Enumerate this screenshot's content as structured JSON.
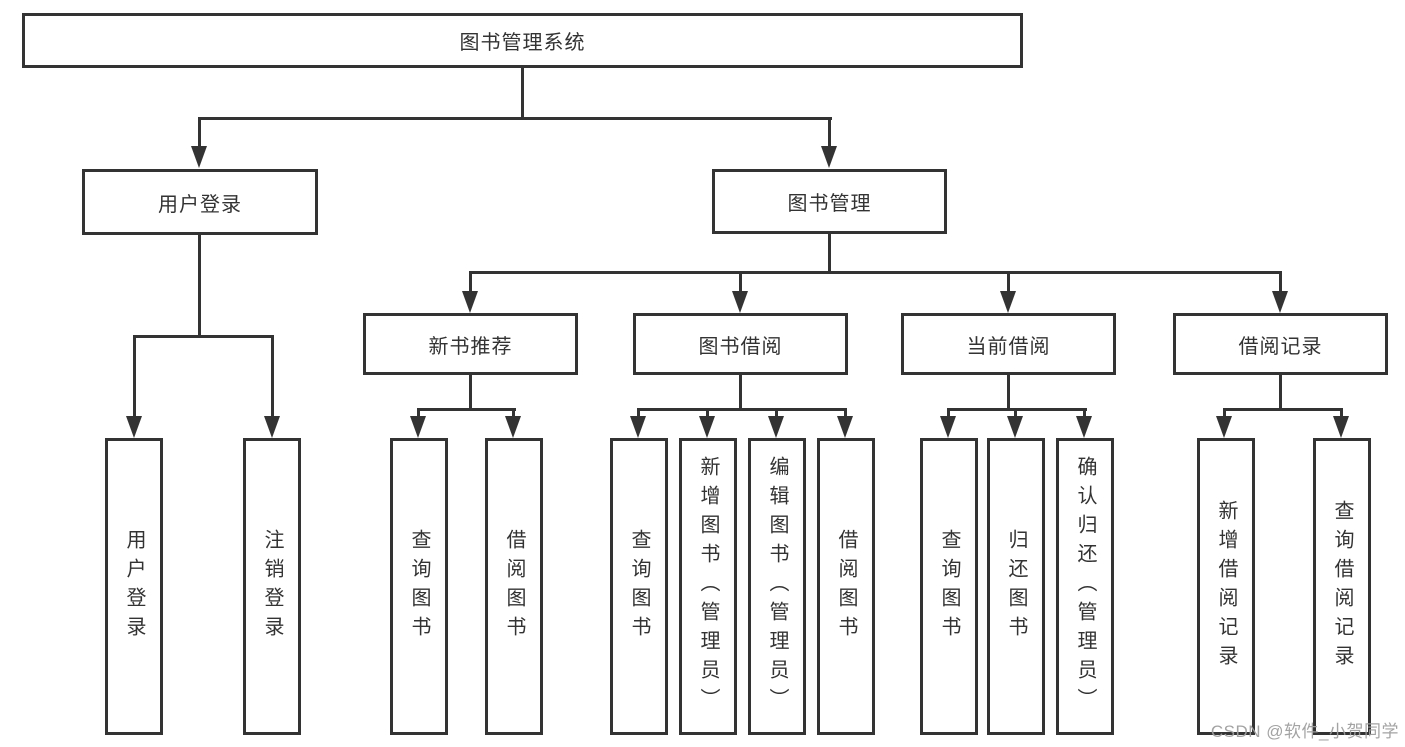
{
  "tree": {
    "label": "图书管理系统",
    "children": [
      {
        "label": "用户登录",
        "children": [
          {
            "label": "用户登录"
          },
          {
            "label": "注销登录"
          }
        ]
      },
      {
        "label": "图书管理",
        "children": [
          {
            "label": "新书推荐",
            "children": [
              {
                "label": "查询图书"
              },
              {
                "label": "借阅图书"
              }
            ]
          },
          {
            "label": "图书借阅",
            "children": [
              {
                "label": "查询图书"
              },
              {
                "label": "新增图书（管理员）"
              },
              {
                "label": "编辑图书（管理员）"
              },
              {
                "label": "借阅图书"
              }
            ]
          },
          {
            "label": "当前借阅",
            "children": [
              {
                "label": "查询图书"
              },
              {
                "label": "归还图书"
              },
              {
                "label": "确认归还（管理员）"
              }
            ]
          },
          {
            "label": "借阅记录",
            "children": [
              {
                "label": "新增借阅记录"
              },
              {
                "label": "查询借阅记录"
              }
            ]
          }
        ]
      }
    ]
  },
  "watermark": {
    "text": "CSDN @软件_小贺同学"
  },
  "colors": {
    "line": "#333333",
    "text": "#333333",
    "box_background": "#ffffff",
    "page_background": "#ffffff",
    "watermark": "#9e9e9e"
  }
}
